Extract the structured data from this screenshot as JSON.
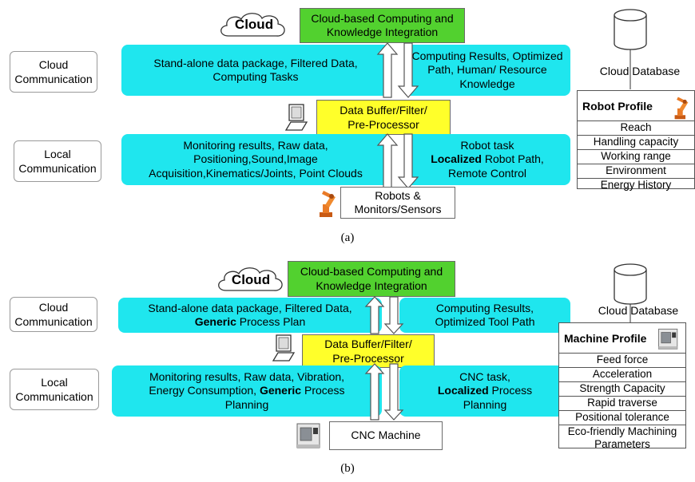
{
  "panel_a": {
    "cloud_label": "Cloud",
    "cloud_computing": "Cloud-based Computing and Knowledge Integration",
    "cloud_communication": "Cloud Communication",
    "upload_text": "Stand-alone data package, Filtered Data, Computing Tasks",
    "download_text": "Computing Results, Optimized Path, Human/ Resource Knowledge",
    "buffer": "Data Buffer/Filter/ Pre-Processor",
    "local_communication": "Local Communication",
    "local_up_text": "Monitoring results, Raw data, Positioning,Sound,Image Acquisition,Kinematics/Joints, Point Clouds",
    "local_down_line1": "Robot task",
    "local_down_bold": "Localized",
    "local_down_line2_rest": " Robot Path,",
    "local_down_line3": "Remote Control",
    "device": "Robots & Monitors/Sensors",
    "cloud_database": "Cloud Database",
    "profile_title": "Robot Profile",
    "profile_rows": [
      "Reach",
      "Handling capacity",
      "Working range",
      "Environment",
      "Energy History"
    ],
    "caption": "(a)"
  },
  "panel_b": {
    "cloud_label": "Cloud",
    "cloud_computing": "Cloud-based Computing and Knowledge Integration",
    "cloud_communication": "Cloud Communication",
    "upload_line1": "Stand-alone data package, Filtered Data,",
    "upload_bold": "Generic",
    "upload_line2_rest": " Process Plan",
    "download_text": "Computing Results, Optimized Tool Path",
    "buffer": "Data Buffer/Filter/ Pre-Processor",
    "local_communication": "Local Communication",
    "local_up_line1": "Monitoring results, Raw data, Vibration,",
    "local_up_line2_pre": "Energy Consumption, ",
    "local_up_bold": "Generic",
    "local_up_line2_post": " Process",
    "local_up_line3": "Planning",
    "local_down_line1": "CNC task,",
    "local_down_bold": "Localized",
    "local_down_line2_rest": " Process",
    "local_down_line3": "Planning",
    "device": "CNC Machine",
    "cloud_database": "Cloud Database",
    "profile_title": "Machine Profile",
    "profile_rows": [
      "Feed force",
      "Acceleration",
      "Strength Capacity",
      "Rapid traverse",
      "Positional tolerance",
      "Eco-friendly Machining Parameters"
    ],
    "caption": "(b)"
  }
}
